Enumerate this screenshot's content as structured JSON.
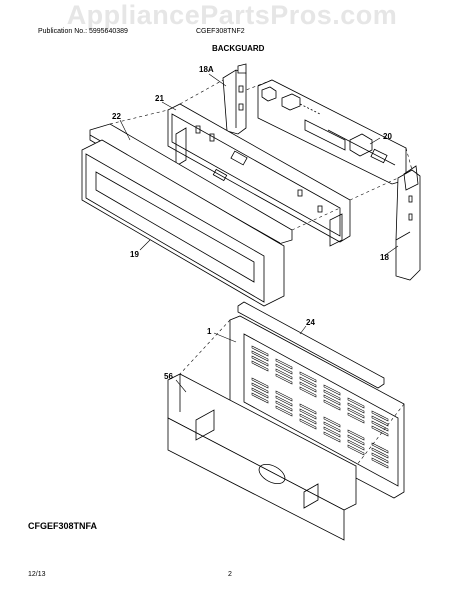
{
  "watermark": "AppliancePartsPros.com",
  "header": {
    "publication": "Publication No.: 5995640389",
    "model": "CGEF308TNF2"
  },
  "section_title": "BACKGUARD",
  "part_labels": {
    "p18a": "18A",
    "p21": "21",
    "p22": "22",
    "p20": "20",
    "p19": "19",
    "p18": "18",
    "p1": "1",
    "p24": "24",
    "p56": "56"
  },
  "footer": {
    "model_code": "CFGEF308TNFA",
    "date": "12/13",
    "page": "2"
  }
}
